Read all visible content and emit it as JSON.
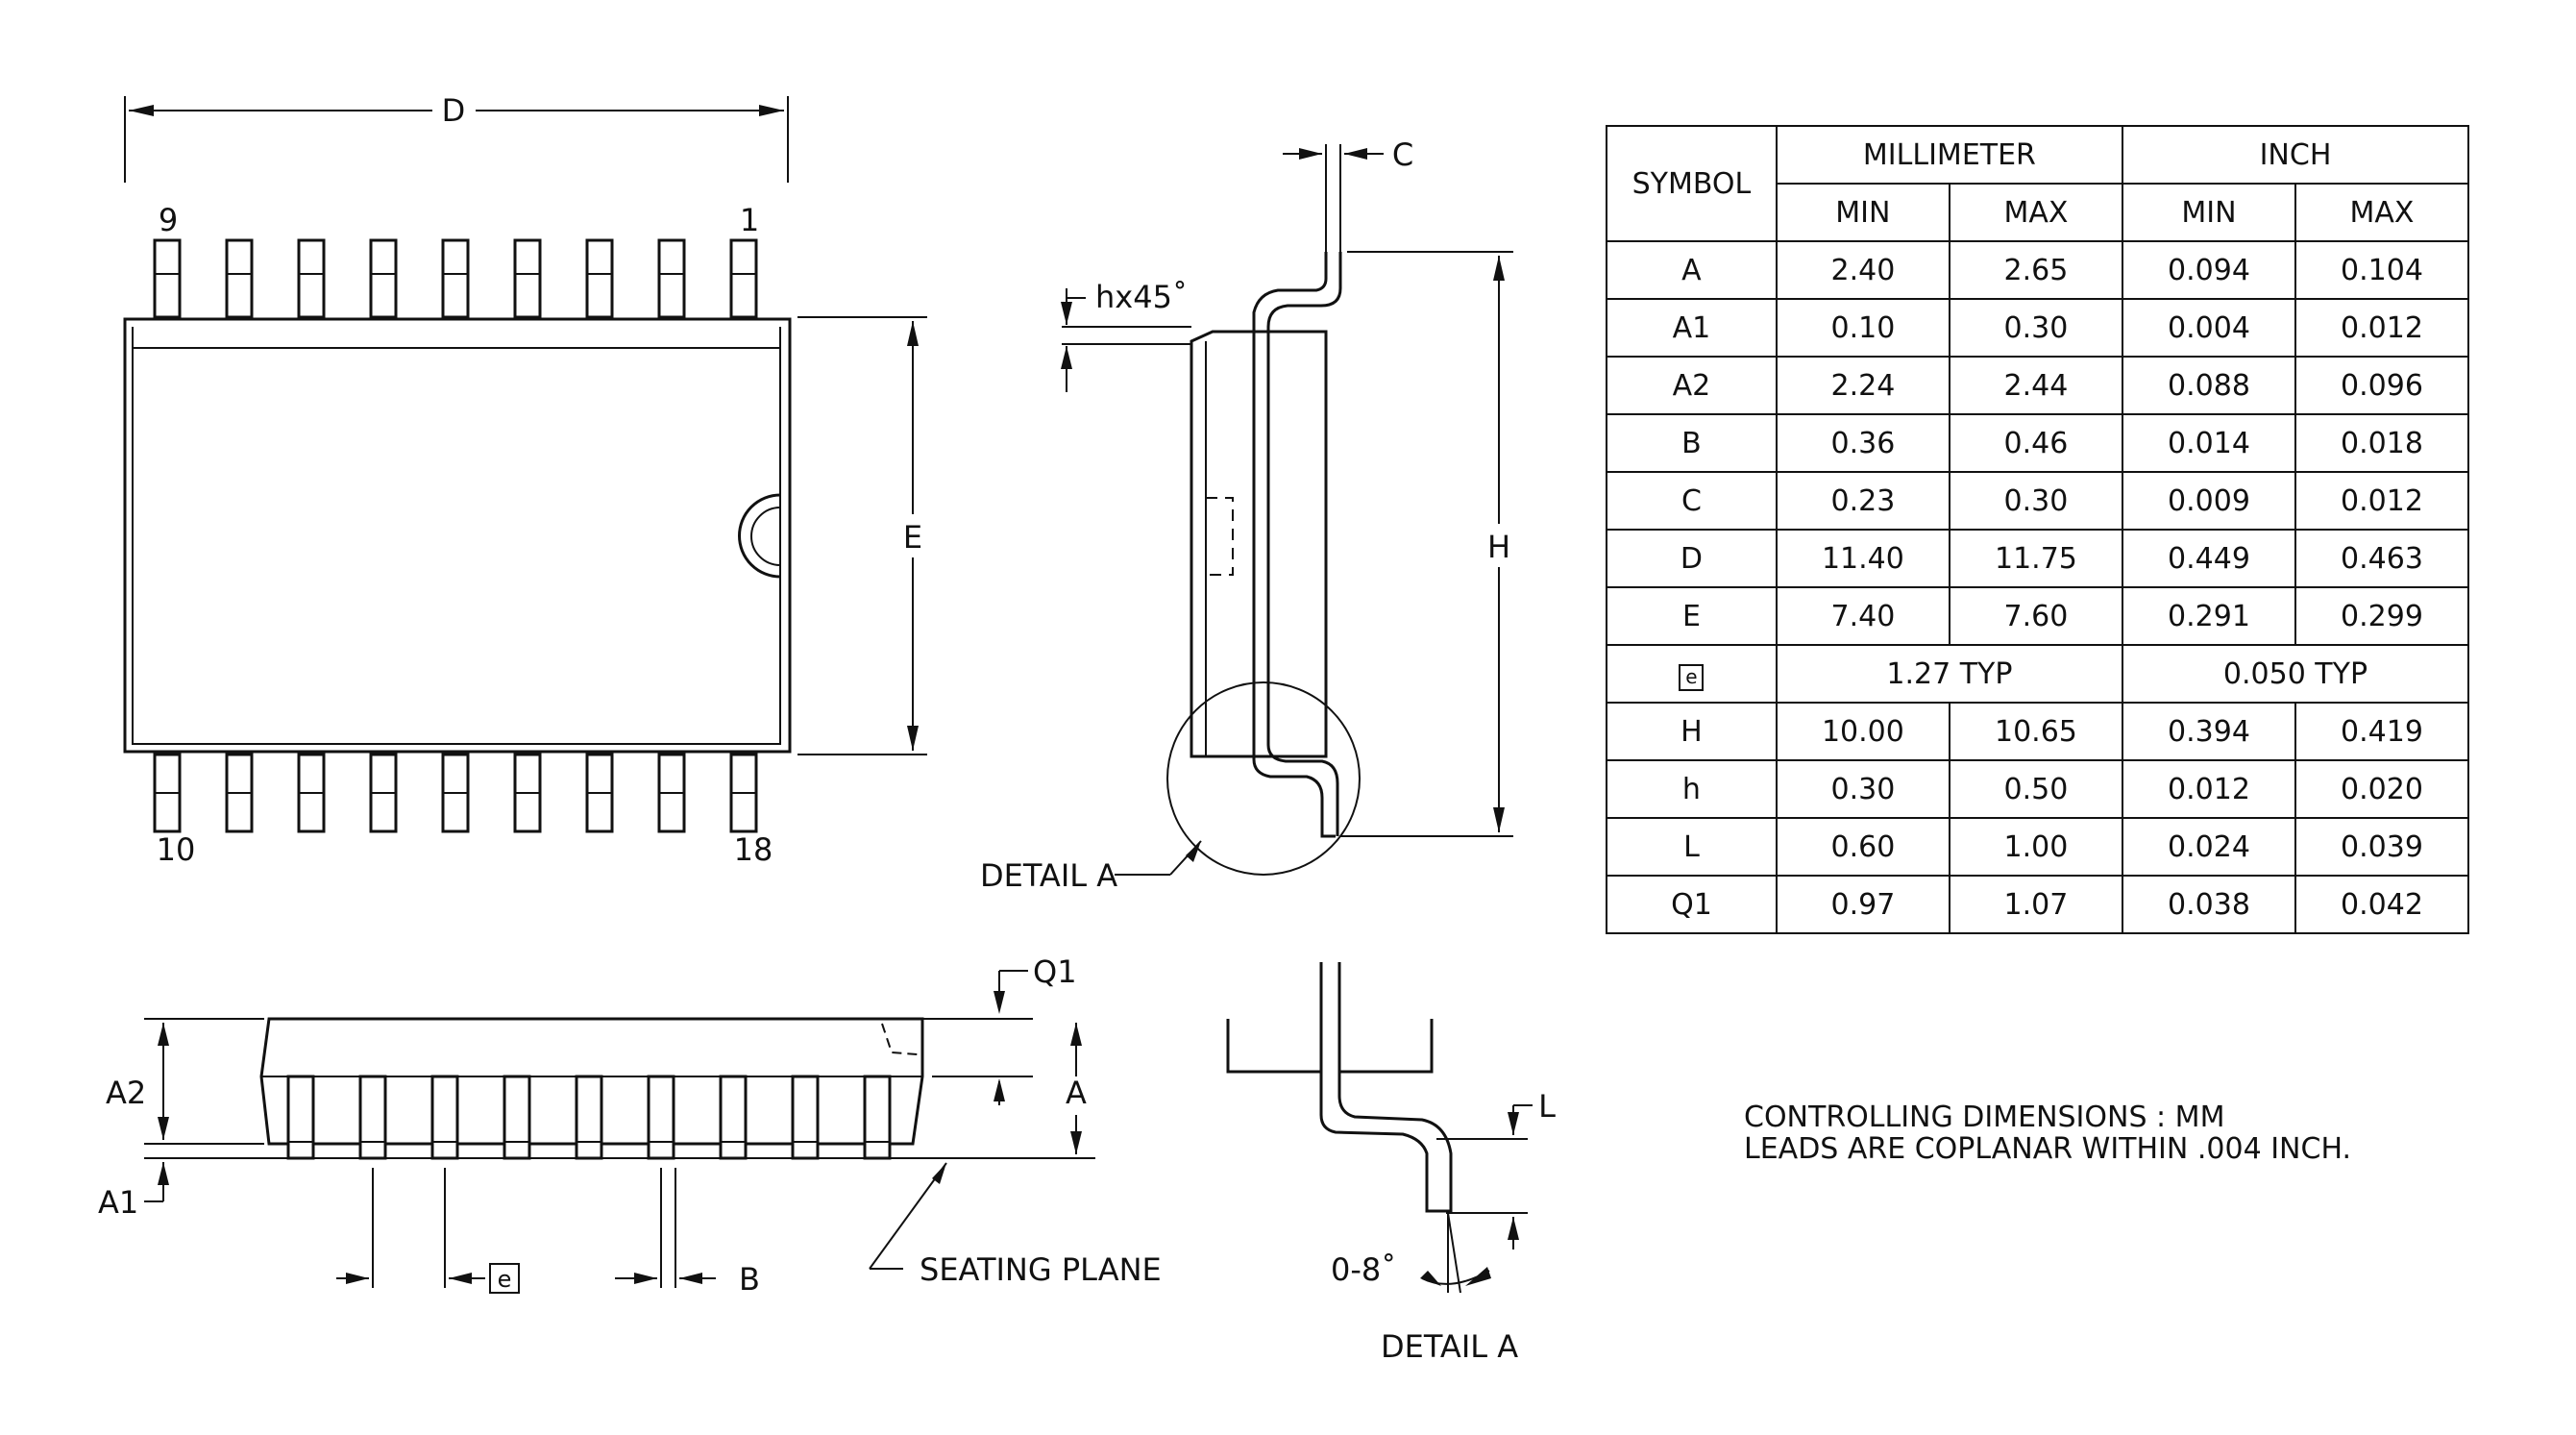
{
  "labels": {
    "D": "D",
    "E": "E",
    "H": "H",
    "C": "C",
    "h45": "hx45˚",
    "detail_a": "DETAIL A",
    "pin9": "9",
    "pin1": "1",
    "pin10": "10",
    "pin18": "18",
    "A": "A",
    "A1": "A1",
    "A2": "A2",
    "Q1": "Q1",
    "B": "B",
    "e": "e",
    "seating_plane": "SEATING PLANE",
    "L": "L",
    "angle": "0-8˚",
    "detail_a_caption": "DETAIL A"
  },
  "notes": {
    "line1": "CONTROLLING DIMENSIONS : MM",
    "line2": "LEADS ARE COPLANAR WITHIN .004 INCH."
  },
  "table": {
    "symbol_header": "SYMBOL",
    "millimeter_header": "MILLIMETER",
    "inch_header": "INCH",
    "min": "MIN",
    "max": "MAX",
    "rows": [
      {
        "symbol": "A",
        "mm_min": "2.40",
        "mm_max": "2.65",
        "in_min": "0.094",
        "in_max": "0.104"
      },
      {
        "symbol": "A1",
        "mm_min": "0.10",
        "mm_max": "0.30",
        "in_min": "0.004",
        "in_max": "0.012"
      },
      {
        "symbol": "A2",
        "mm_min": "2.24",
        "mm_max": "2.44",
        "in_min": "0.088",
        "in_max": "0.096"
      },
      {
        "symbol": "B",
        "mm_min": "0.36",
        "mm_max": "0.46",
        "in_min": "0.014",
        "in_max": "0.018"
      },
      {
        "symbol": "C",
        "mm_min": "0.23",
        "mm_max": "0.30",
        "in_min": "0.009",
        "in_max": "0.012"
      },
      {
        "symbol": "D",
        "mm_min": "11.40",
        "mm_max": "11.75",
        "in_min": "0.449",
        "in_max": "0.463"
      },
      {
        "symbol": "E",
        "mm_min": "7.40",
        "mm_max": "7.60",
        "in_min": "0.291",
        "in_max": "0.299"
      }
    ],
    "typ_row": {
      "symbol": "e",
      "mm": "1.27 TYP",
      "inch": "0.050 TYP"
    },
    "rows2": [
      {
        "symbol": "H",
        "mm_min": "10.00",
        "mm_max": "10.65",
        "in_min": "0.394",
        "in_max": "0.419"
      },
      {
        "symbol": "h",
        "mm_min": "0.30",
        "mm_max": "0.50",
        "in_min": "0.012",
        "in_max": "0.020"
      },
      {
        "symbol": "L",
        "mm_min": "0.60",
        "mm_max": "1.00",
        "in_min": "0.024",
        "in_max": "0.039"
      },
      {
        "symbol": "Q1",
        "mm_min": "0.97",
        "mm_max": "1.07",
        "in_min": "0.038",
        "in_max": "0.042"
      }
    ]
  }
}
